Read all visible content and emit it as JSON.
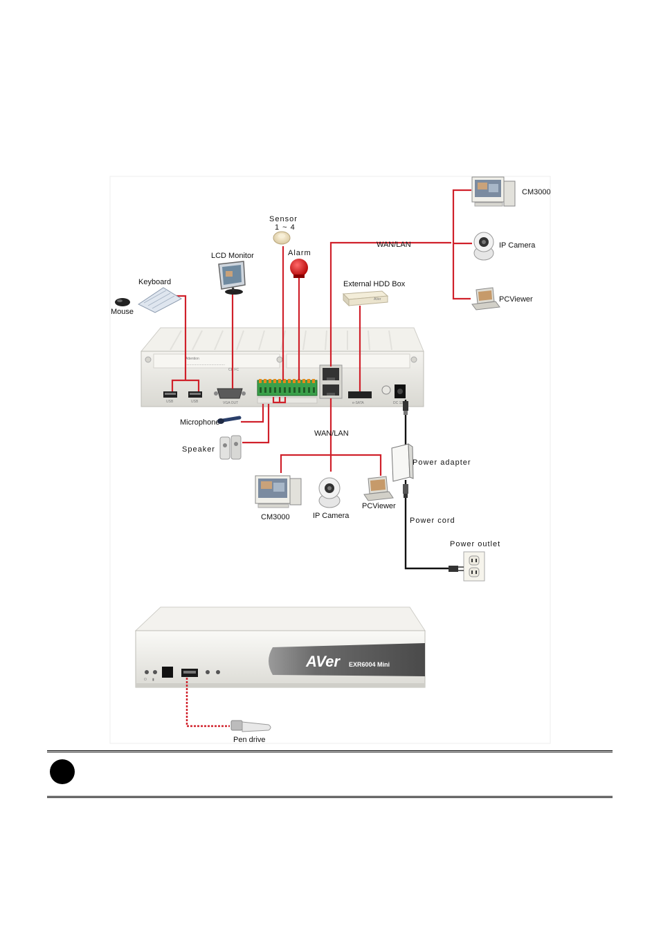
{
  "diagram": {
    "rear_panel": {
      "sensor_label_line1": "Sensor",
      "sensor_label_line2": "1 ~ 4",
      "alarm_label": "Alarm",
      "lcd_monitor_label": "LCD Monitor",
      "keyboard_label": "Keyboard",
      "mouse_label": "Mouse",
      "external_hdd_label": "External HDD Box",
      "microphone_label": "Microphone",
      "speaker_label": "Speaker",
      "power_adapter_label": "Power adapter",
      "power_cord_label": "Power cord",
      "power_outlet_label": "Power outlet",
      "wan_top_label": "WAN/LAN",
      "wan_bottom_label": "WAN/LAN",
      "network_top": {
        "cm3000_label": "CM3000",
        "ip_camera_label": "IP Camera",
        "pcviewer_label": "PCViewer"
      },
      "network_bottom": {
        "cm3000_label": "CM3000",
        "ip_camera_label": "IP Camera",
        "pcviewer_label": "PCViewer"
      }
    },
    "front_panel": {
      "brand": "AVer",
      "model": "EXR6004 Mini",
      "pen_drive_label": "Pen drive"
    },
    "colors": {
      "connection_line": "#d0202a",
      "power_line": "#111111",
      "device_body": "#ecebe6",
      "terminal_block": "#3aa04a"
    }
  }
}
